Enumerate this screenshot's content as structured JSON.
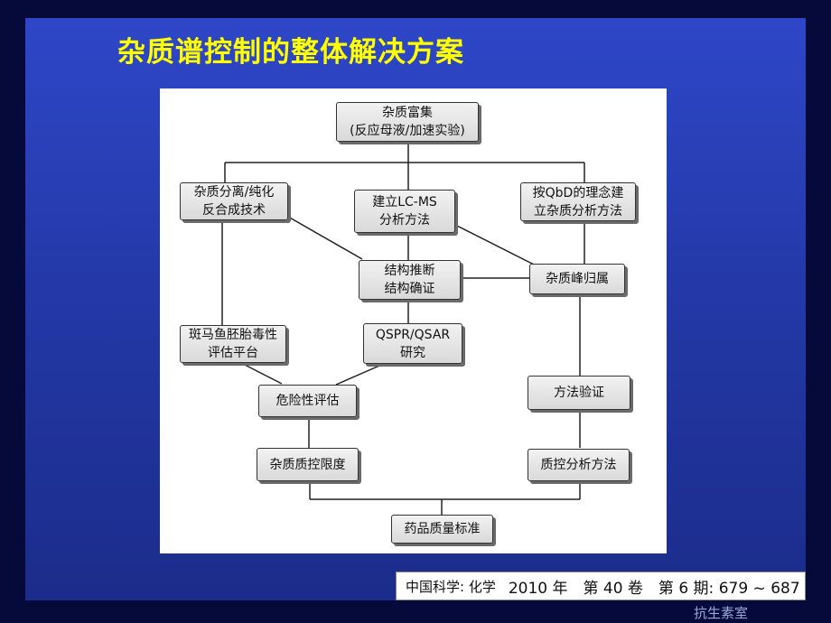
{
  "slide": {
    "title": "杂质谱控制的整体解决方案"
  },
  "diagram": {
    "nodes": {
      "enrichment": {
        "line1": "杂质富集",
        "line2": "(反应母液/加速实验)"
      },
      "separation": {
        "line1": "杂质分离/纯化",
        "line2": "反合成技术"
      },
      "lcms": {
        "line1": "建立LC-MS",
        "line2": "分析方法"
      },
      "qbd": {
        "line1": "按QbD的理念建",
        "line2": "立杂质分析方法"
      },
      "structure": {
        "line1": "结构推断",
        "line2": "结构确证"
      },
      "peak": {
        "line1": "杂质峰归属"
      },
      "zebrafish": {
        "line1": "斑马鱼胚胎毒性",
        "line2": "评估平台"
      },
      "qspr": {
        "line1": "QSPR/QSAR",
        "line2": "研究"
      },
      "risk": {
        "line1": "危险性评估"
      },
      "validation": {
        "line1": "方法验证"
      },
      "limit": {
        "line1": "杂质质控限度"
      },
      "qc_method": {
        "line1": "质控分析方法"
      },
      "standard": {
        "line1": "药品质量标准"
      }
    }
  },
  "citation": {
    "journal": "中国科学: 化学",
    "issue": "2010 年　第 40 卷　第 6 期: 679 ~ 687"
  },
  "footer": {
    "text": "抗生素室"
  },
  "colors": {
    "background": "#050a3a",
    "slide": "#2439a8",
    "title": "#ffff00"
  }
}
